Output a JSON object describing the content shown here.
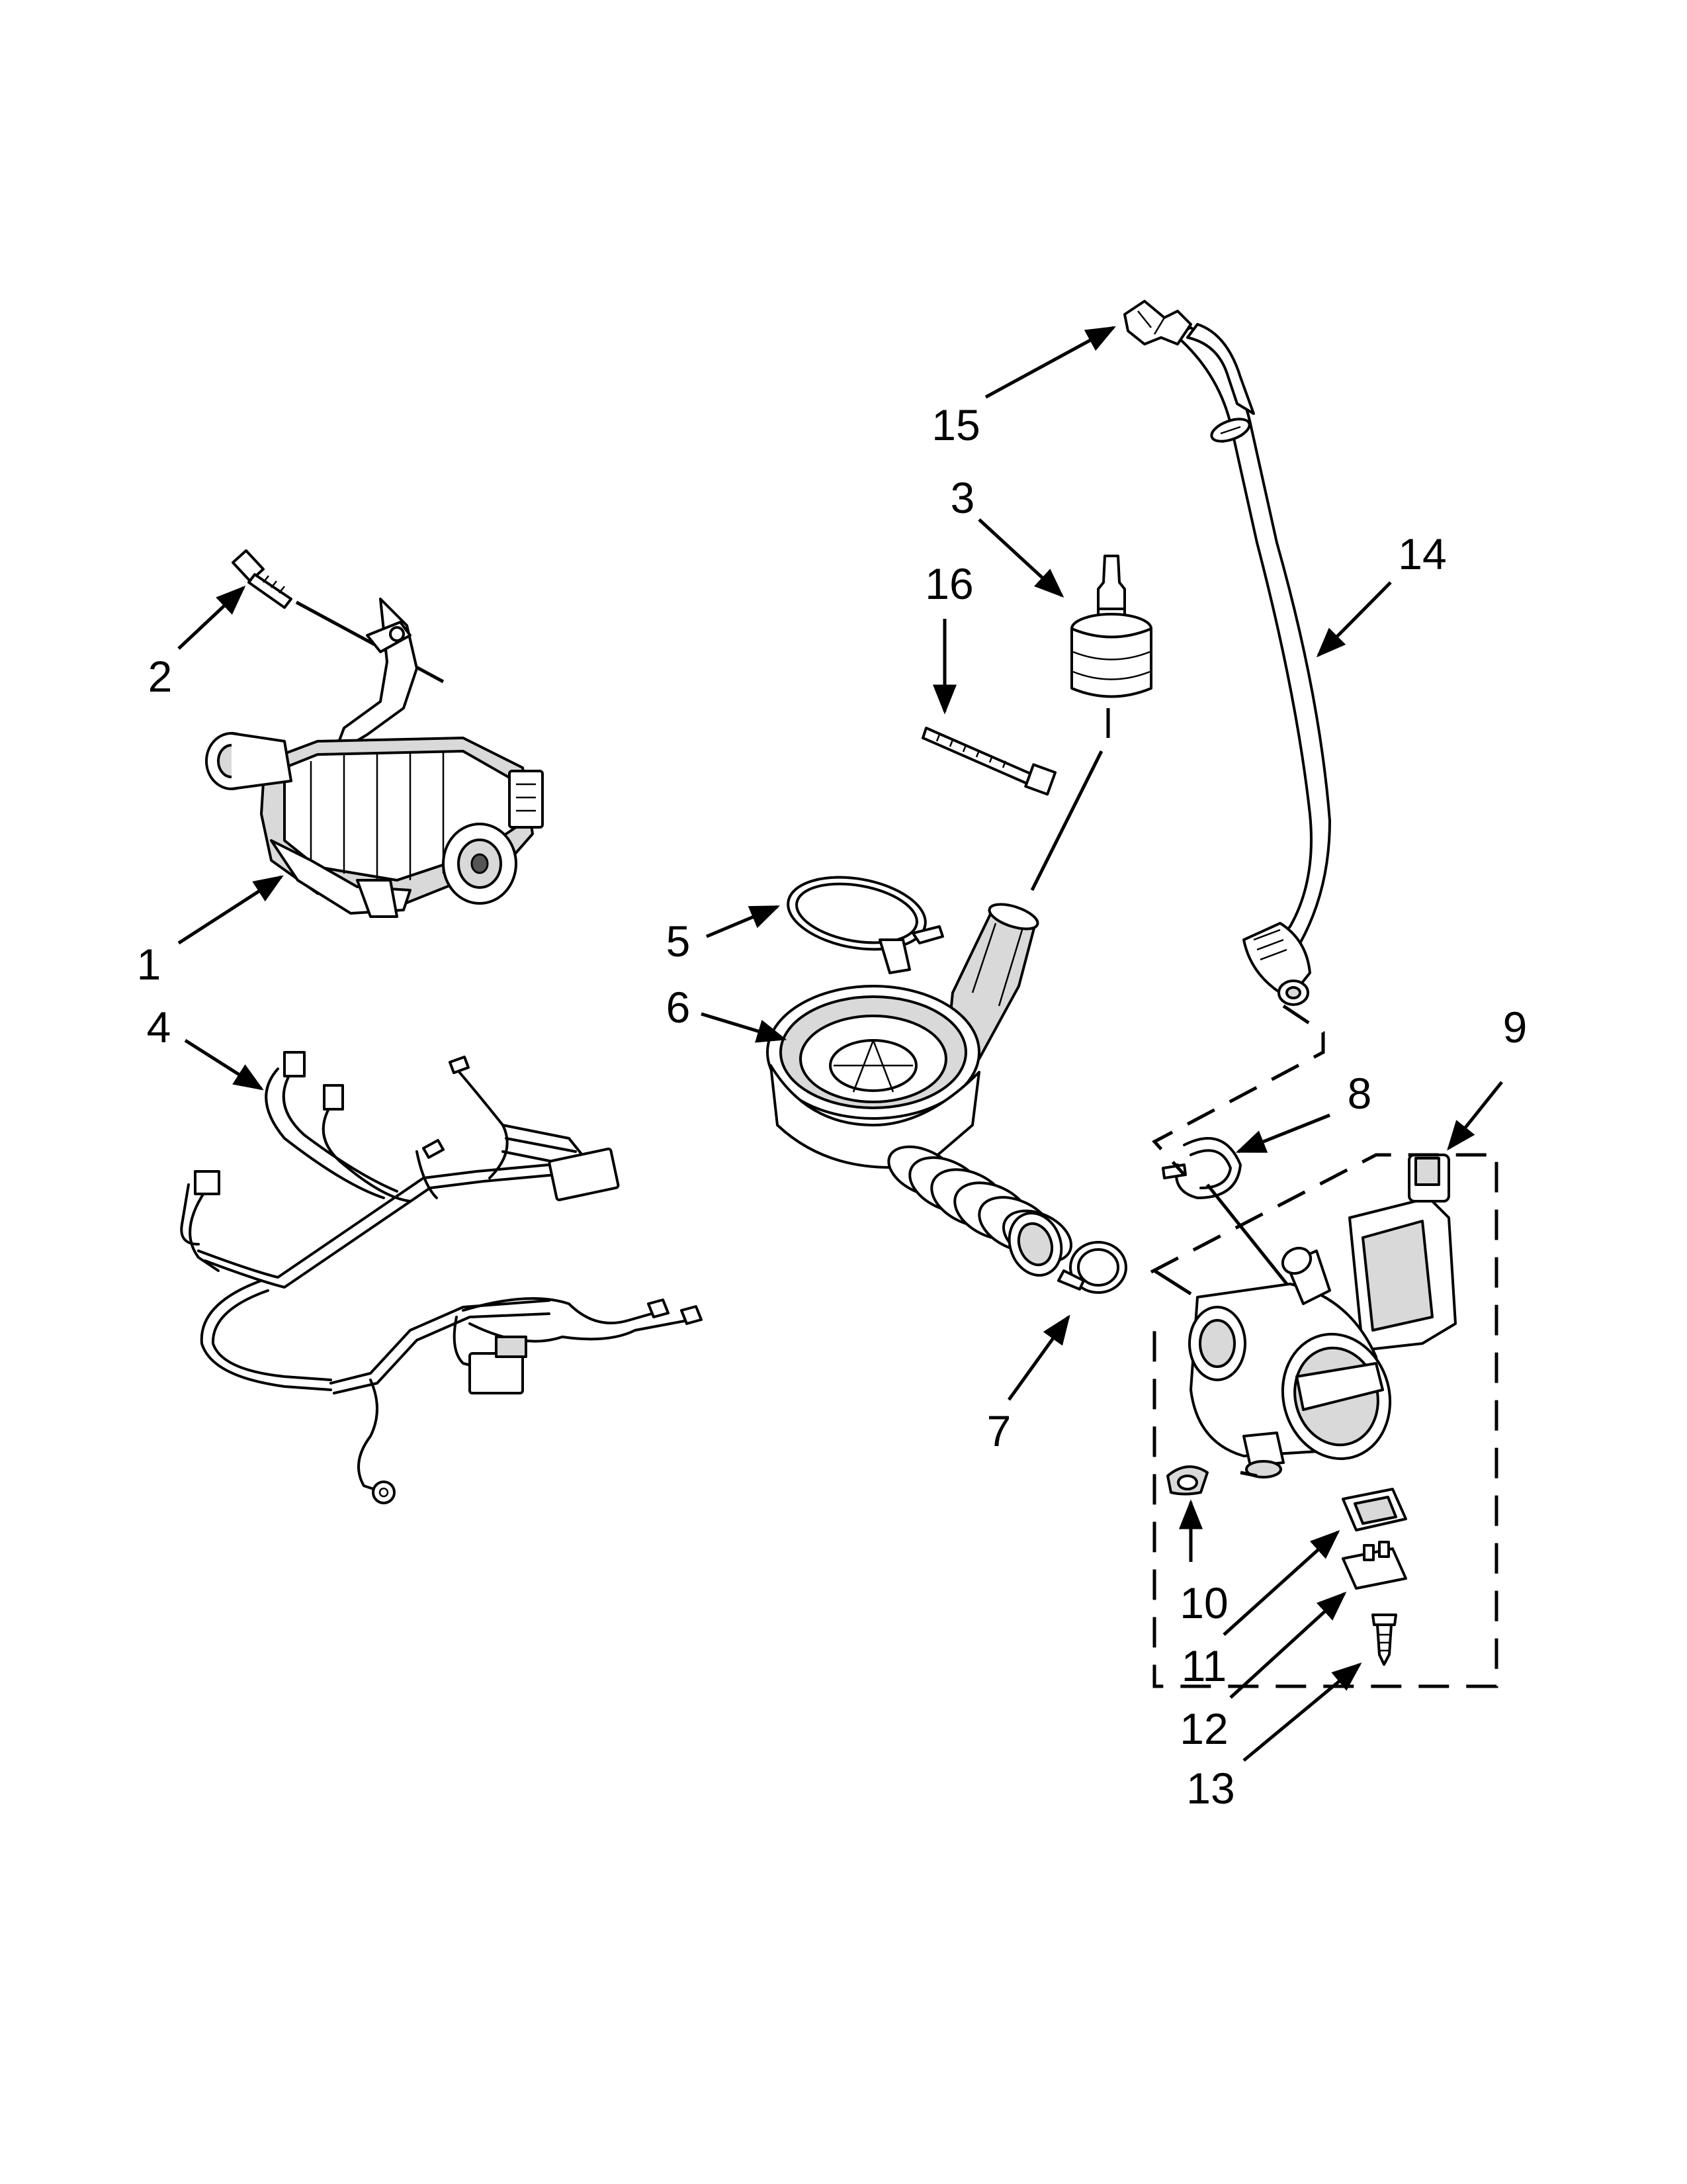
{
  "callouts": [
    {
      "id": "1",
      "label": "1"
    },
    {
      "id": "2",
      "label": "2"
    },
    {
      "id": "3",
      "label": "3"
    },
    {
      "id": "4",
      "label": "4"
    },
    {
      "id": "5",
      "label": "5"
    },
    {
      "id": "6",
      "label": "6"
    },
    {
      "id": "7",
      "label": "7"
    },
    {
      "id": "8",
      "label": "8"
    },
    {
      "id": "9",
      "label": "9"
    },
    {
      "id": "10",
      "label": "10"
    },
    {
      "id": "11",
      "label": "11"
    },
    {
      "id": "12",
      "label": "12"
    },
    {
      "id": "13",
      "label": "13"
    },
    {
      "id": "14",
      "label": "14"
    },
    {
      "id": "15",
      "label": "15"
    },
    {
      "id": "16",
      "label": "16"
    }
  ],
  "colors": {
    "ink": "#000000",
    "paper": "#ffffff",
    "shade": "#d9d9d9"
  }
}
